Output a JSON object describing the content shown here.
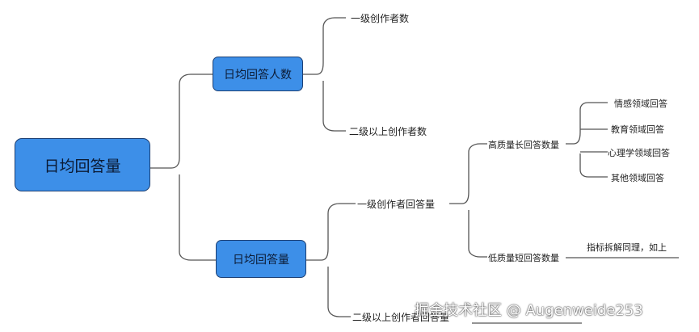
{
  "diagram": {
    "root": "日均回答量",
    "branch_a": {
      "label": "日均回答人数",
      "children": [
        "一级创作者数",
        "二级以上创作者数"
      ]
    },
    "branch_b": {
      "label": "日均回答量",
      "first": {
        "label": "一级创作者回答量",
        "high": {
          "label": "高质量长回答数量",
          "children": [
            "情感领域回答",
            "教育领域回答",
            "心理学领域回答",
            "其他领域回答"
          ]
        },
        "low": {
          "label": "低质量短回答数量",
          "note": "指标拆解同理，如上"
        }
      },
      "second": "二级以上创作者回答量"
    }
  },
  "colors": {
    "node_fill": "#3d8fe8",
    "node_border": "#1c3f73",
    "line": "#555555"
  },
  "watermark": "掘金技术社区 @ Augenweide253"
}
